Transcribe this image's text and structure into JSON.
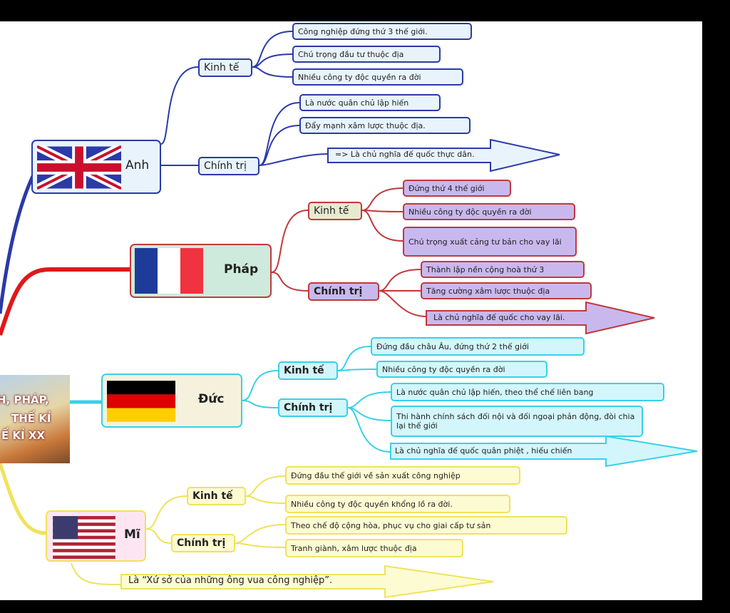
{
  "center": {
    "line1": "H, PHÁP,",
    "line2": "THẾ KỈ",
    "line3": "Ế KỈ XX"
  },
  "anh": {
    "label": "Anh",
    "kinhte": {
      "label": "Kinh tế",
      "items": [
        "Công nghiệp đứng thứ 3 thế giới.",
        "Chú trọng đầu tư thuộc địa",
        "Nhiều công ty độc quyền ra đời"
      ]
    },
    "chinhtri": {
      "label": "Chính trị",
      "items": [
        "Là nước quân chủ lập hiến",
        "Đẩy mạnh xâm lược thuộc địa."
      ],
      "arrow": "=> Là chủ nghĩa đế quốc thực dân."
    }
  },
  "phap": {
    "label": "Pháp",
    "kinhte": {
      "label": "Kinh tế",
      "items": [
        "Đứng thứ 4 thế giới",
        "Nhiều công ty độc quyền ra đời",
        "Chú trọng xuất cảng tư bản cho vay lãi"
      ]
    },
    "chinhtri": {
      "label": "Chính trị",
      "items": [
        "Thành lập nền cộng hoà thứ 3",
        "Tăng cường xâm lược thuộc địa"
      ],
      "arrow": "Là chủ nghĩa đế quốc cho vay lãi."
    }
  },
  "duc": {
    "label": "Đức",
    "kinhte": {
      "label": "Kinh tế",
      "items": [
        "Đứng đầu châu Âu, đứng thứ 2 thế  giới",
        "Nhiều công ty độc quyền ra đời"
      ]
    },
    "chinhtri": {
      "label": "Chính trị",
      "items": [
        "Là nước quân chủ lập hiến, theo thể chế liên bang",
        "Thi hành chính sách đối nội và đối ngoại phản động, đòi chia lại thế giới"
      ],
      "arrow": "Là chủ nghĩa đế quốc quân phiệt , hiếu chiến"
    }
  },
  "mi": {
    "label": "Mĩ",
    "kinhte": {
      "label": "Kinh tế",
      "items": [
        "Đứng đầu thế giới về sản xuất công nghiệp",
        "Nhiều công ty độc quyền khổng lồ ra đời."
      ]
    },
    "chinhtri": {
      "label": "Chính trị",
      "items": [
        "Theo chế độ cộng hòa, phục vụ cho giai cấp tư sản",
        "Tranh giành, xâm lược thuộc địa"
      ]
    },
    "arrow": "Là “Xứ sở của những ông vua công nghiệp”."
  },
  "colors": {
    "anh": "#2b3aa8",
    "phap": "#c0393b",
    "duc": "#39d0e8",
    "mi": "#f0e25a"
  }
}
